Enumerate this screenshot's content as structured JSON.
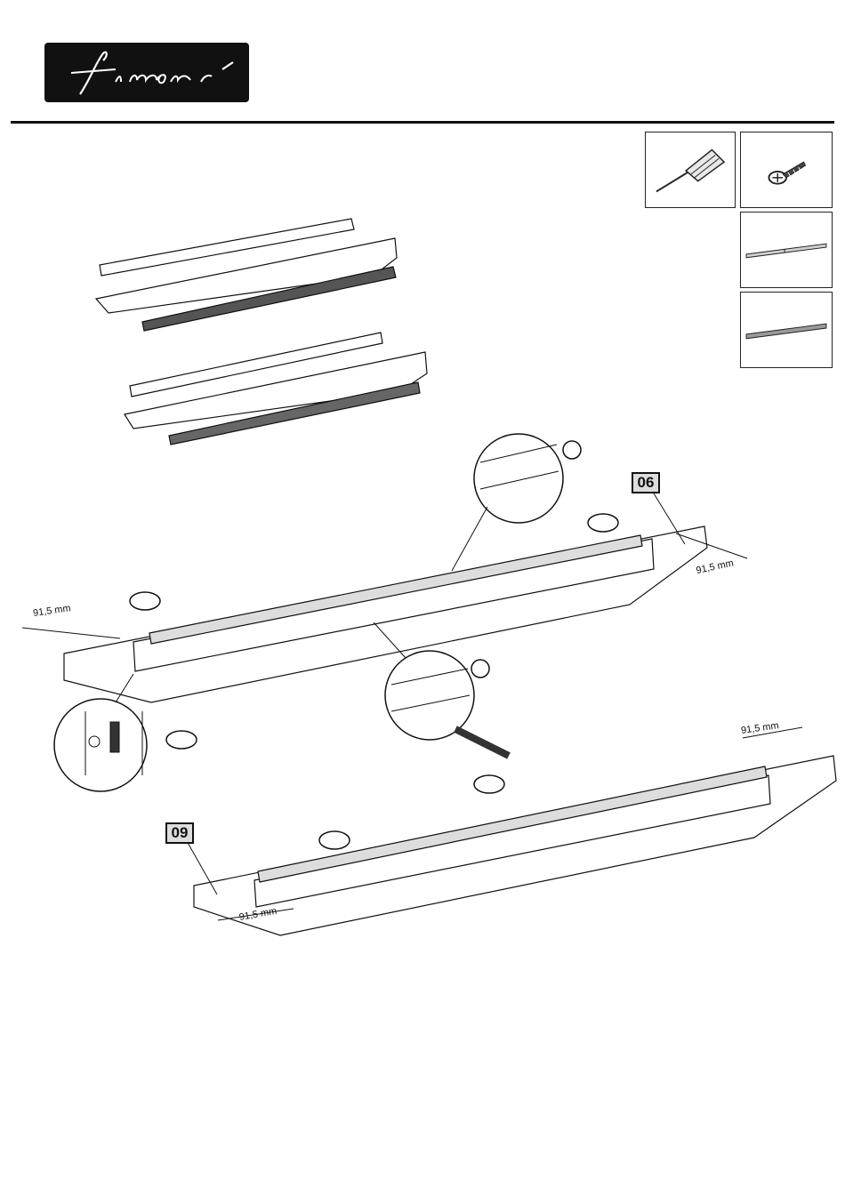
{
  "brand": {
    "logo_text": "finori"
  },
  "steps": {
    "first": "06",
    "second": "09"
  },
  "dimensions": {
    "top_left": "91,5 mm",
    "top_right": "91,5 mm",
    "bottom_left": "91,5 mm",
    "bottom_right": "91,5 mm"
  },
  "tools": {
    "screwdriver": "screwdriver-icon",
    "screw": "screw-icon",
    "rail_long": "drawer-rail-icon",
    "rail_short": "drawer-rail-icon"
  }
}
